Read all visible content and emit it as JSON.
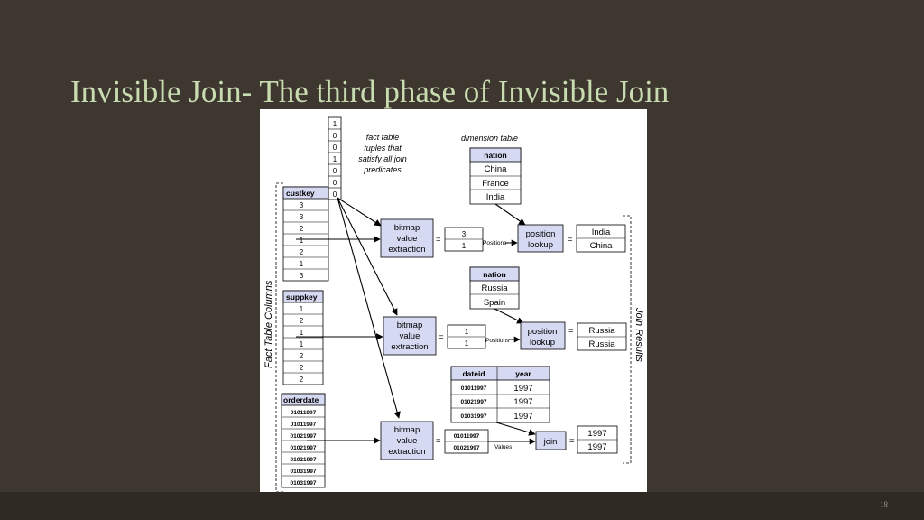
{
  "slide": {
    "title": "Invisible Join- The third phase of Invisible Join",
    "page_number": "18"
  },
  "diagram": {
    "bitvector": [
      "1",
      "0",
      "0",
      "1",
      "0",
      "0",
      "0"
    ],
    "bitvector_note": [
      "fact table",
      "tuples that",
      "satisfy all join",
      "predicates"
    ],
    "fact_table_columns_label": "Fact Table Columns",
    "join_results_label": "Join Results",
    "dimension_table_label": "dimension table",
    "columns": [
      {
        "header": "custkey",
        "values": [
          "3",
          "3",
          "2",
          "1",
          "2",
          "1",
          "3"
        ]
      },
      {
        "header": "suppkey",
        "values": [
          "1",
          "2",
          "1",
          "1",
          "2",
          "2",
          "2"
        ]
      },
      {
        "header": "orderdate",
        "values": [
          "01011997",
          "01011997",
          "01021997",
          "01021997",
          "01021997",
          "01031997",
          "01031997"
        ]
      }
    ],
    "bitmap_box": [
      "bitmap",
      "value",
      "extraction"
    ],
    "equals": "=",
    "extracted": [
      {
        "values": [
          "3",
          "1"
        ],
        "label": "Positions"
      },
      {
        "values": [
          "1",
          "1"
        ],
        "label": "Positions"
      },
      {
        "values": [
          "01011997",
          "01021997"
        ],
        "label": "Values"
      }
    ],
    "position_lookup": [
      "position",
      "lookup"
    ],
    "join_box": "join",
    "dim_nation_1": {
      "header": "nation",
      "values": [
        "China",
        "France",
        "India"
      ]
    },
    "dim_nation_2": {
      "header": "nation",
      "values": [
        "Russia",
        "Spain"
      ]
    },
    "dim_date": {
      "headers": [
        "dateid",
        "year"
      ],
      "rows": [
        [
          "01011997",
          "1997"
        ],
        [
          "01021997",
          "1997"
        ],
        [
          "01031997",
          "1997"
        ]
      ]
    },
    "results": [
      [
        "India",
        "China"
      ],
      [
        "Russia",
        "Russia"
      ],
      [
        "1997",
        "1997"
      ]
    ]
  }
}
